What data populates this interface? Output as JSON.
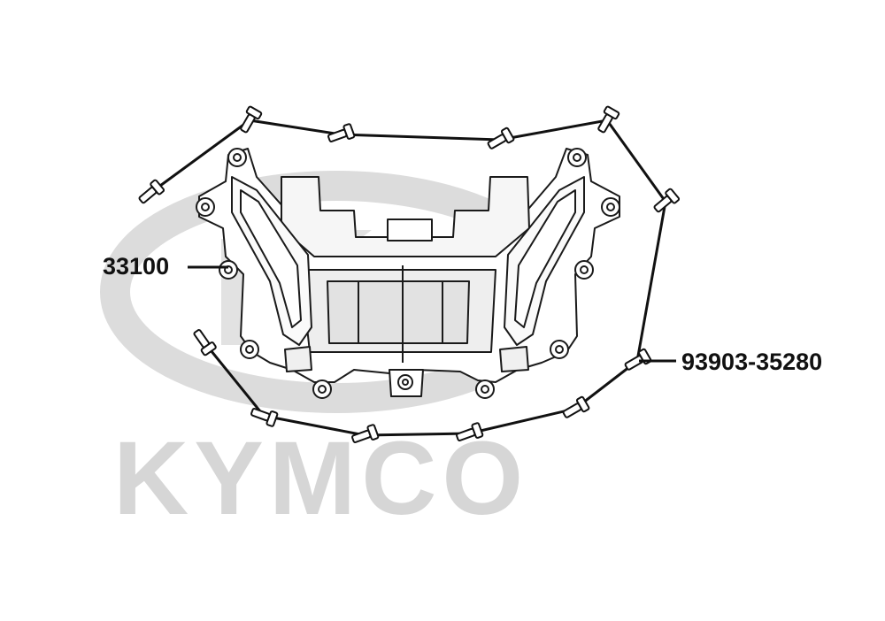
{
  "diagram": {
    "part_labels": {
      "assembly": "33100",
      "screw": "93903-35280"
    },
    "watermark": {
      "text": "KYMCO",
      "color": "#d6d6d6"
    },
    "colors": {
      "ink": "#111111",
      "watermark": "#d6d6d6",
      "background": "#ffffff"
    }
  }
}
